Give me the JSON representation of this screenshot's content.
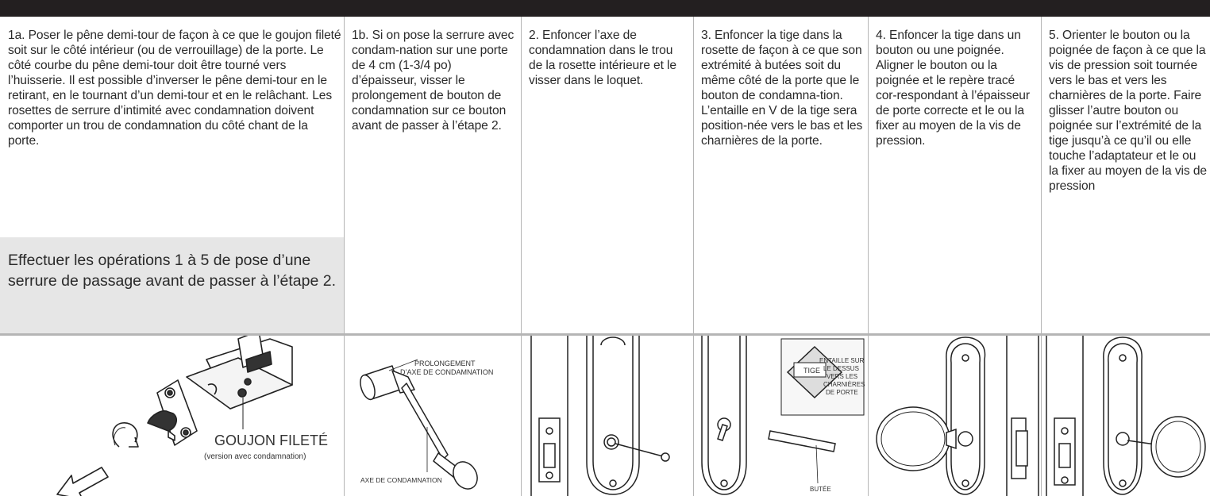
{
  "steps": [
    {
      "id": "1a",
      "text": "1a.  Poser le pêne demi-tour de façon à ce que le goujon fileté soit sur le côté intérieur (ou de verrouillage) de la porte. Le côté courbe du pêne demi-tour doit être tourné vers l’huisserie. Il est possible d’inverser le pêne demi-tour en le retirant, en le tournant d’un demi-tour et en le relâchant. Les rosettes de serrure d’intimité avec condamnation doivent comporter un trou de condamnation du côté chant de la porte."
    },
    {
      "id": "1b",
      "text": "1b.  Si on pose la serrure avec condam-nation sur une porte de 4 cm (1-3/4 po) d’épaisseur, visser le prolongement de bouton de condamnation sur ce bouton avant de passer à l’étape 2."
    },
    {
      "id": "2",
      "text": "2. Enfoncer l’axe de condamnation dans le trou de la rosette intérieure et le visser dans le loquet."
    },
    {
      "id": "3",
      "text": "3.  Enfoncer la tige dans la rosette de façon à ce que son extrémité à butées soit du même côté de la porte que le bouton de condamna-tion. L’entaille en V de la tige sera position-née vers le bas et les charnières de la porte."
    },
    {
      "id": "4",
      "text": "4. Enfoncer la tige dans un bouton ou une poignée. Aligner le bouton ou la poignée et le repère tracé cor-respondant à l’épaisseur de porte correcte et le ou la fixer au moyen de la vis de pression."
    },
    {
      "id": "5",
      "text": "5.  Orienter le bouton ou la poignée de façon à ce que la vis de pression soit tournée vers le bas et vers les charnières de la porte. Faire glisser l’autre bouton ou poignée sur l’extrémité de la tige jusqu’à ce qu’il ou elle touche l’adaptateur et le ou la fixer au moyen de la vis de pression"
    }
  ],
  "note": "Effectuer les opérations 1 à 5 de pose d’une serrure de passage avant de passer à l’étape 2.",
  "labels": {
    "goujon": "GOUJON FILETÉ",
    "version": "(version avec condamnation)",
    "prolongement_1": "PROLONGEMENT",
    "prolongement_2": "D’AXE DE CONDAMNATION",
    "axe": "AXE DE CONDAMNATION",
    "tige": "TIGE",
    "entaille_1": "ENTAILLE SUR",
    "entaille_2": "LE DESSUS",
    "entaille_3": "VERS LES",
    "entaille_4": "CHARNIÈRES",
    "entaille_5": "DE PORTE",
    "butee": "BUTÉE"
  }
}
